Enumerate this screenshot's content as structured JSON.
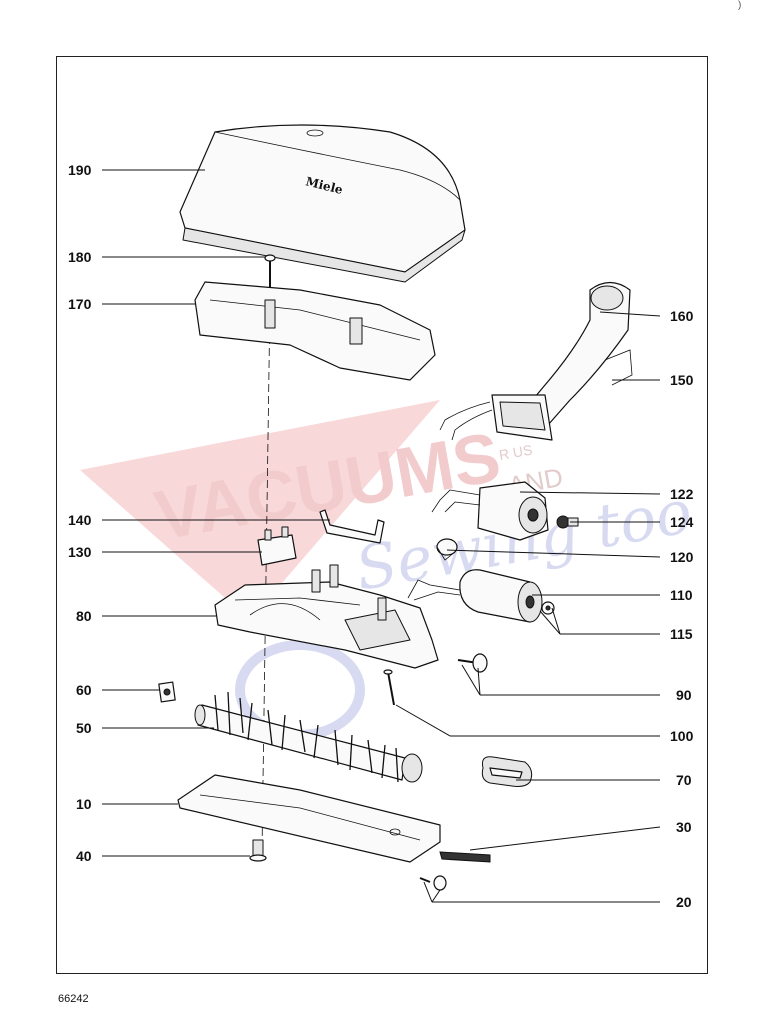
{
  "diagram": {
    "brand_label": "Miele",
    "document_number": "66242",
    "corner_mark": ")",
    "watermark": {
      "line1": "VACUUMS",
      "line2": "AND",
      "line3": "Sewing too",
      "small": "R US",
      "color": "#e8a0a4",
      "accent": "#9aa0d8"
    },
    "callouts": [
      {
        "id": "190",
        "label": "190"
      },
      {
        "id": "180",
        "label": "180"
      },
      {
        "id": "170",
        "label": "170"
      },
      {
        "id": "160",
        "label": "160"
      },
      {
        "id": "150",
        "label": "150"
      },
      {
        "id": "122",
        "label": "122"
      },
      {
        "id": "124",
        "label": "124"
      },
      {
        "id": "140",
        "label": "140"
      },
      {
        "id": "120",
        "label": "120"
      },
      {
        "id": "130",
        "label": "130"
      },
      {
        "id": "110",
        "label": "110"
      },
      {
        "id": "80",
        "label": "80"
      },
      {
        "id": "115",
        "label": "115"
      },
      {
        "id": "90",
        "label": "90"
      },
      {
        "id": "60",
        "label": "60"
      },
      {
        "id": "50",
        "label": "50"
      },
      {
        "id": "100",
        "label": "100"
      },
      {
        "id": "70",
        "label": "70"
      },
      {
        "id": "10",
        "label": "10"
      },
      {
        "id": "30",
        "label": "30"
      },
      {
        "id": "40",
        "label": "40"
      },
      {
        "id": "20",
        "label": "20"
      }
    ]
  }
}
